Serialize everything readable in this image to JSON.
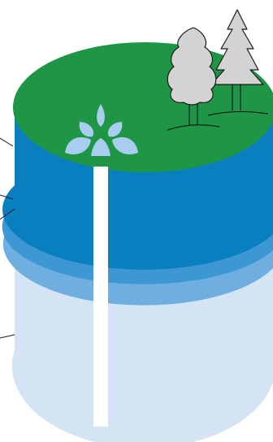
{
  "diagram": {
    "subject": "artesian-well-cross-section",
    "colors": {
      "surface_green": "#1e9645",
      "aquifer_dark_blue": "#0a7fc0",
      "aquifer_band_mid": "#3d97d3",
      "aquifer_band_light": "#6faee0",
      "deep_layer": "#d5e4f5",
      "well_pipe": "#ffffff",
      "fountain_spray": "#a9cdef",
      "tree_fill": "#d3d3d3",
      "outline": "#1a1a1a"
    },
    "layers": [
      {
        "id": "ground-surface",
        "color_ref": "surface_green"
      },
      {
        "id": "upper-aquifer",
        "color_ref": "aquifer_dark_blue"
      },
      {
        "id": "confining-band-1",
        "color_ref": "aquifer_band_mid"
      },
      {
        "id": "confining-band-2",
        "color_ref": "aquifer_band_light"
      },
      {
        "id": "lower-layer",
        "color_ref": "deep_layer"
      }
    ],
    "icons": [
      "tree-icon",
      "tree-icon",
      "fountain-icon"
    ]
  }
}
